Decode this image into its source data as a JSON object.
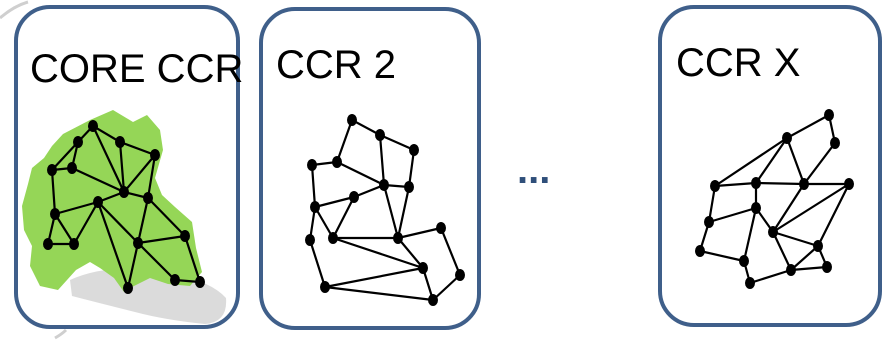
{
  "cards": [
    {
      "id": "core",
      "title": "CORE CCR",
      "has_map": true
    },
    {
      "id": "ccr2",
      "title": "CCR 2",
      "has_map": false
    },
    {
      "id": "ccrx",
      "title": "CCR X",
      "has_map": false
    }
  ],
  "separator": "...",
  "colors": {
    "card_border": "#3f5f8a",
    "map_fill": "#95d657",
    "graph": "#000000"
  }
}
